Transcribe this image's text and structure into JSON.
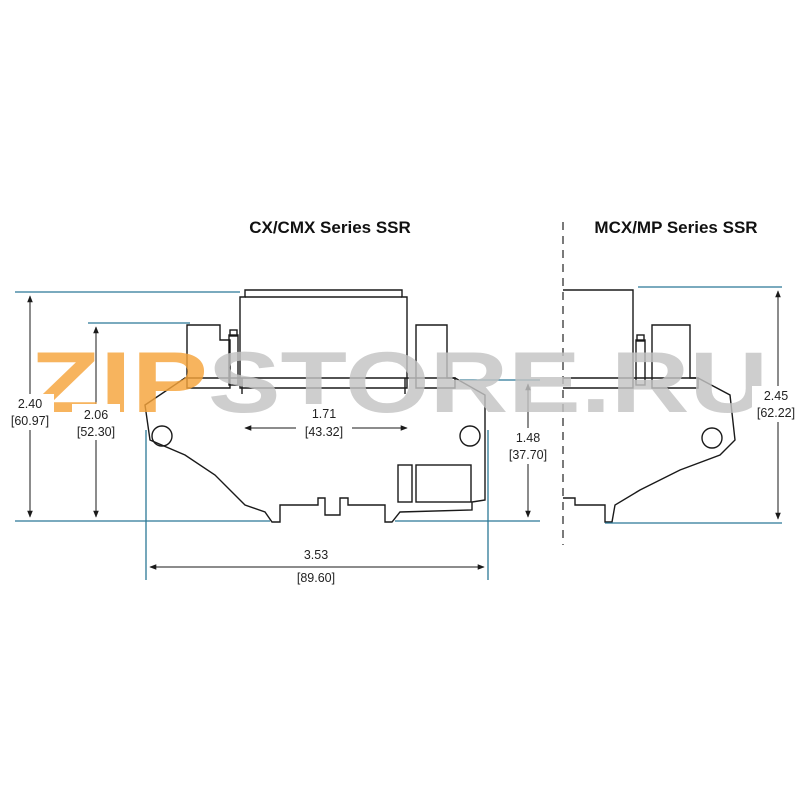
{
  "titles": {
    "left": "CX/CMX Series SSR",
    "right": "MCX/MP Series SSR"
  },
  "dimensions": {
    "overall_height_left": {
      "in": "2.40",
      "mm": "[60.97]"
    },
    "body_height_left": {
      "in": "2.06",
      "mm": "[52.30]"
    },
    "hole_spacing": {
      "in": "1.71",
      "mm": "[43.32]"
    },
    "rail_height": {
      "in": "1.48",
      "mm": "[37.70]"
    },
    "overall_width": {
      "in": "3.53",
      "mm": "[89.60]"
    },
    "overall_height_right": {
      "in": "2.45",
      "mm": "[62.22]"
    }
  },
  "watermark": {
    "text_accent": "ZIP",
    "text_rest": "STORE.RU",
    "accent_color": "#f6a43b",
    "rest_color": "#c4c4c4"
  },
  "colors": {
    "extension_lines": "#2b7896",
    "outline": "#1a1a1a"
  }
}
